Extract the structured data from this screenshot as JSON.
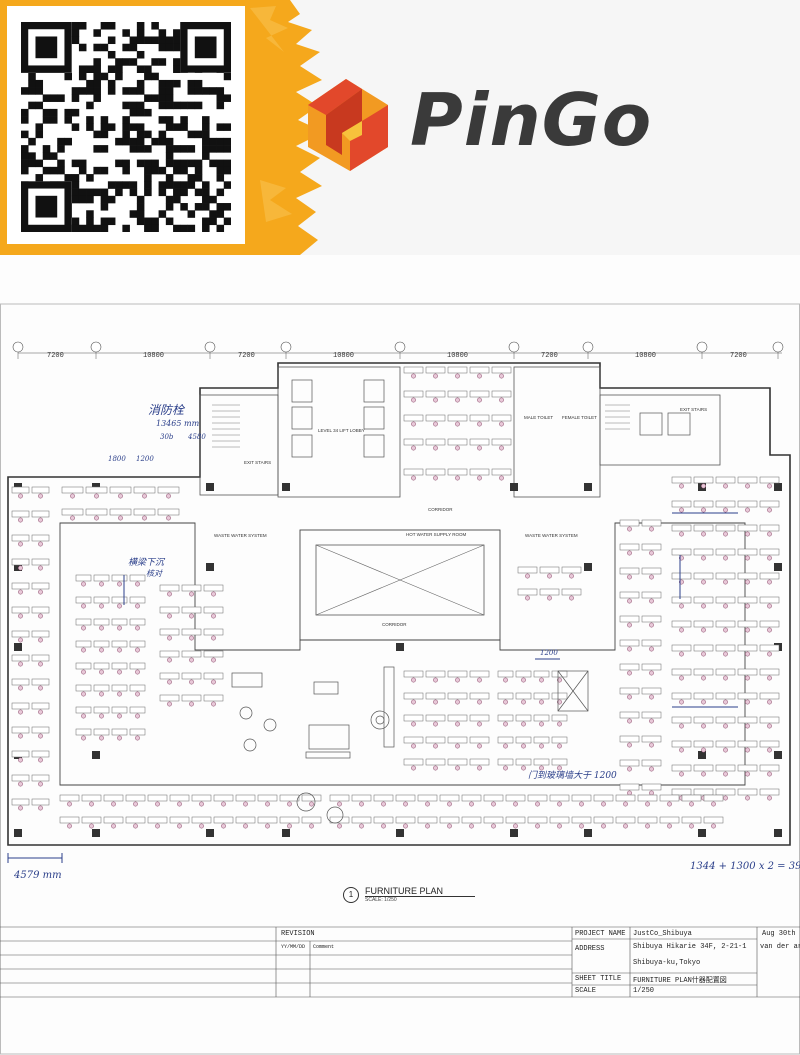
{
  "banner": {
    "brand": "PinGo",
    "colors": {
      "accent": "#f5a81c",
      "logo_red": "#e2482b",
      "logo_orange": "#f29a22",
      "text": "#3a3a3a"
    },
    "icons": [
      "qr-code-icon",
      "pingo-logo-icon"
    ]
  },
  "plan": {
    "column_spacing": [
      "7200",
      "10800",
      "7200",
      "10800",
      "10800",
      "7200",
      "10800",
      "7200"
    ],
    "room_labels": {
      "lift_lobby": "LEVEL 34 LIFT LOBBY",
      "exit_stairs_left": "EXIT STAIRS",
      "exit_stairs_right": "EXIT STAIRS",
      "male_toilet": "MALE TOILET",
      "female_toilet": "FEMALE TOILET",
      "corridor_top": "CORRIDOR",
      "corridor_mid": "CORRIDOR",
      "hot_water": "HOT WATER SUPPLY ROOM",
      "waste_left": "WASTE WATER SYSTEM",
      "waste_right": "WASTE WATER SYSTEM"
    },
    "annotations": {
      "note_top_left_1": "消防栓",
      "note_top_left_2": "13465 mm",
      "note_top_left_3": "30b ",
      "note_top_left_4": "4580",
      "note_left_1": "1800",
      "note_left_2": "1200",
      "note_mid_left": "横梁下沉",
      "note_mid_left_2": "核对",
      "note_bottom_mid": "门到玻璃墙大于 1200",
      "note_mid_right": "1200",
      "note_bottom_left": "4579 mm",
      "note_bottom_right": "1344 + 1300 x 2 = 39"
    },
    "title": {
      "number": "1",
      "name": "FURNITURE PLAN",
      "scale": "SCALE: 1/250"
    }
  },
  "title_block": {
    "revision_header": "REVISION",
    "revision_col1": "YY/MM/DD",
    "revision_col2": "Comment",
    "project_name_label": "PROJECT NAME",
    "project_name": "JustCo_Shibuya",
    "date": "Aug 30th",
    "address_label": "ADDRESS",
    "address_line1": "Shibuya Hikarie 34F, 2-21-1",
    "address_line2": "Shibuya-ku,Tokyo",
    "author": "van der ar",
    "sheet_title_label": "SHEET TITLE",
    "sheet_title": "FURNITURE PLAN什器配置図",
    "scale_label": "SCALE",
    "scale": "1/250"
  }
}
